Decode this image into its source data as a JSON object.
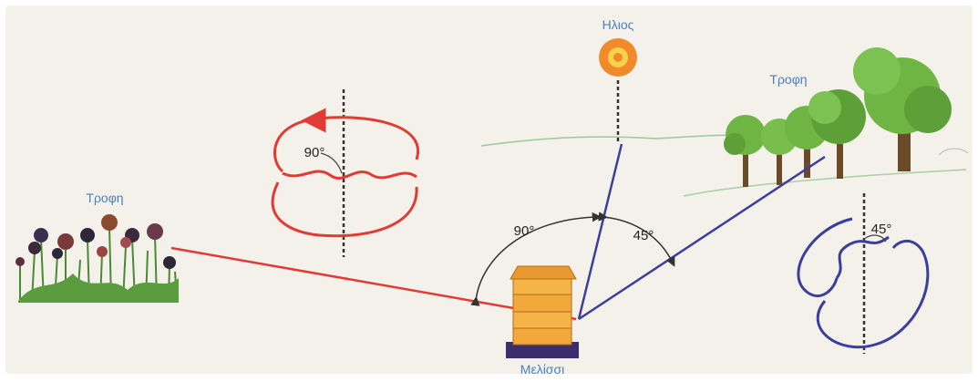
{
  "labels": {
    "sun": "Ηλιος",
    "food_left": "Τροφη",
    "food_right": "Τροφη",
    "hive": "Μελίσσι"
  },
  "angles": {
    "left_dance": "90°",
    "hive_left": "90°",
    "hive_right": "45°",
    "right_dance": "45°"
  },
  "colors": {
    "background": "#f3f1ea",
    "left_route": "#e23a35",
    "right_route": "#3c3f9a",
    "sun_outer": "#f08a2a",
    "sun_inner": "#f7d24a",
    "label_text": "#4a7fc0",
    "hive_body": "#f2a83a",
    "hive_base": "#3a2f6a",
    "foliage": "#6fb544",
    "trunk": "#6b4a2a"
  }
}
